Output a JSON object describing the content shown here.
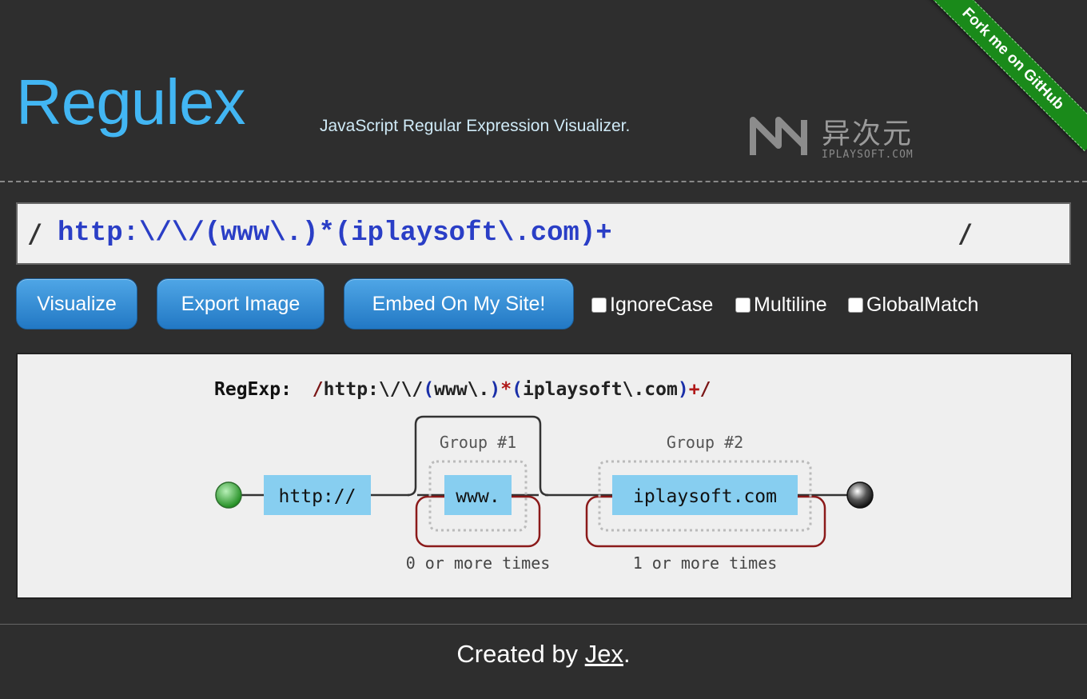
{
  "app": {
    "title": "Regulex",
    "tagline": "JavaScript Regular Expression Visualizer."
  },
  "watermark": {
    "cn": "异次元",
    "en": "IPLAYSOFT.COM"
  },
  "ribbon": {
    "label": "Fork me on GitHub"
  },
  "input": {
    "open_slash": "/",
    "value": "http:\\/\\/(www\\.)*(iplaysoft\\.com)+",
    "close_slash": "/"
  },
  "toolbar": {
    "visualize_label": "Visualize",
    "export_label": "Export Image",
    "embed_label": "Embed On My Site!"
  },
  "options": {
    "ignorecase_label": "IgnoreCase",
    "multiline_label": "Multiline",
    "globalmatch_label": "GlobalMatch"
  },
  "diagram": {
    "regexp_label": "RegExp:",
    "regexp_parts": [
      {
        "text": "/",
        "color": "#7a1616"
      },
      {
        "text": "http:\\/\\/",
        "color": "#222222"
      },
      {
        "text": "(",
        "color": "#1a2fa8"
      },
      {
        "text": "www\\.",
        "color": "#222222"
      },
      {
        "text": ")",
        "color": "#1a2fa8"
      },
      {
        "text": "*",
        "color": "#b01818"
      },
      {
        "text": "(",
        "color": "#1a2fa8"
      },
      {
        "text": "iplaysoft\\.com",
        "color": "#222222"
      },
      {
        "text": ")",
        "color": "#1a2fa8"
      },
      {
        "text": "+",
        "color": "#b01818"
      },
      {
        "text": "/",
        "color": "#7a1616"
      }
    ],
    "node_http": "http://",
    "node_www": "www.",
    "node_iplaysoft": "iplaysoft.com",
    "group1_label": "Group #1",
    "group2_label": "Group #2",
    "repeat1_label": "0 or more times",
    "repeat2_label": "1 or more times"
  },
  "footer": {
    "prefix": "Created by ",
    "author": "Jex",
    "suffix": "."
  },
  "colors": {
    "accent": "#42b6f3",
    "button": "#2a80cc",
    "node_fill": "#87cef0",
    "repeat_stroke": "#8b1a1a",
    "ribbon": "#1a8a1a"
  }
}
